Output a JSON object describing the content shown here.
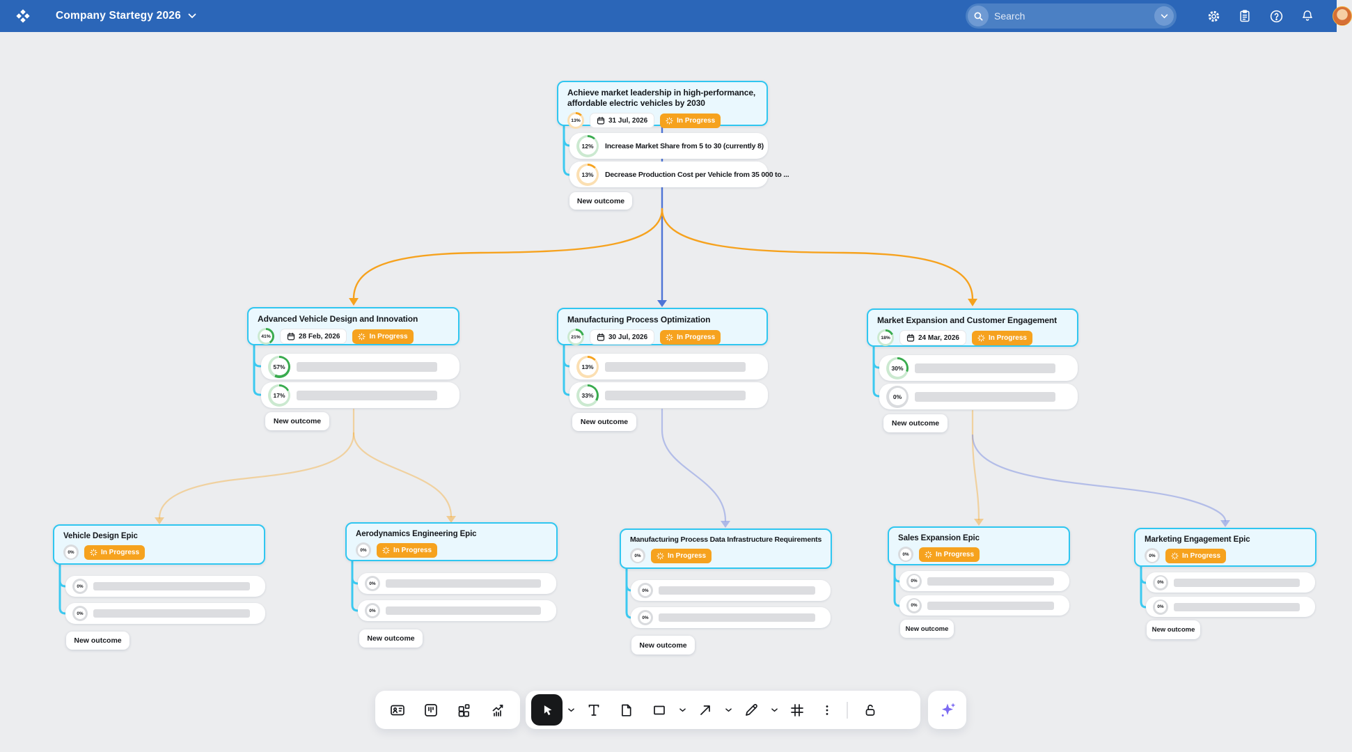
{
  "header": {
    "title": "Company Startegy 2026",
    "search_placeholder": "Search",
    "icons": [
      "settings-icon",
      "notes-icon",
      "help-icon",
      "notifications-icon",
      "avatar"
    ]
  },
  "labels": {
    "new_outcome": "New outcome"
  },
  "nodes": {
    "root": {
      "title": "Achieve market leadership in high-performance, affordable electric vehicles by 2030",
      "progress": "13%",
      "due_date": "31 Jul, 2026",
      "status": "In Progress",
      "outcomes": [
        {
          "progress": "12%",
          "text": "Increase Market Share from 5 to 30 (currently 8)"
        },
        {
          "progress": "13%",
          "text": "Decrease Production Cost per Vehicle from 35 000 to ..."
        }
      ]
    },
    "advanced": {
      "title": "Advanced Vehicle Design and Innovation",
      "progress": "41%",
      "due_date": "28 Feb, 2026",
      "status": "In Progress",
      "outcomes": [
        {
          "progress": "57%"
        },
        {
          "progress": "17%"
        }
      ]
    },
    "manufacturing": {
      "title": "Manufacturing Process Optimization",
      "progress": "21%",
      "due_date": "30 Jul, 2026",
      "status": "In Progress",
      "outcomes": [
        {
          "progress": "13%"
        },
        {
          "progress": "33%"
        }
      ]
    },
    "market": {
      "title": "Market Expansion and Customer Engagement",
      "progress": "18%",
      "due_date": "24 Mar, 2026",
      "status": "In Progress",
      "outcomes": [
        {
          "progress": "30%"
        },
        {
          "progress": "0%"
        }
      ]
    },
    "vehicle_epic": {
      "title": "Vehicle Design Epic",
      "progress": "0%",
      "status": "In Progress",
      "outcomes": [
        {
          "progress": "0%"
        },
        {
          "progress": "0%"
        }
      ]
    },
    "aero_epic": {
      "title": "Aerodynamics Engineering Epic",
      "progress": "0%",
      "status": "In Progress",
      "outcomes": [
        {
          "progress": "0%"
        },
        {
          "progress": "0%"
        }
      ]
    },
    "manuf_epic": {
      "title": "Manufacturing Process Data Infrastructure Requirements",
      "progress": "0%",
      "status": "In Progress",
      "outcomes": [
        {
          "progress": "0%"
        },
        {
          "progress": "0%"
        }
      ]
    },
    "sales_epic": {
      "title": "Sales Expansion Epic",
      "progress": "0%",
      "status": "In Progress",
      "outcomes": [
        {
          "progress": "0%"
        },
        {
          "progress": "0%"
        }
      ]
    },
    "marketing_epic": {
      "title": "Marketing Engagement Epic",
      "progress": "0%",
      "status": "In Progress",
      "outcomes": [
        {
          "progress": "0%"
        },
        {
          "progress": "0%"
        }
      ]
    }
  },
  "toolbar": {
    "groups": [
      [
        "card-icon",
        "kanban-icon",
        "blocks-icon",
        "chart-icon"
      ],
      [
        "cursor-icon",
        "text-icon",
        "document-icon",
        "shape-icon",
        "connector-arrow-icon",
        "pencil-icon",
        "frame-icon",
        "more-icon",
        "unlock-icon"
      ],
      [
        "ai-sparkles-icon"
      ]
    ],
    "selected_tool": "cursor-icon"
  },
  "colors": {
    "topbar_blue": "#2B66B8",
    "canvas_bg": "#ECEDEF",
    "card_border_cyan": "#2FC6F0",
    "card_bg": "#EAF8FE",
    "status_orange": "#F6A21E",
    "connector_blue": "#4E74D6",
    "connector_cyan": "#3CC9F0",
    "ring_green": "#39AB4E",
    "ai_purple": "#7C6BF2"
  }
}
